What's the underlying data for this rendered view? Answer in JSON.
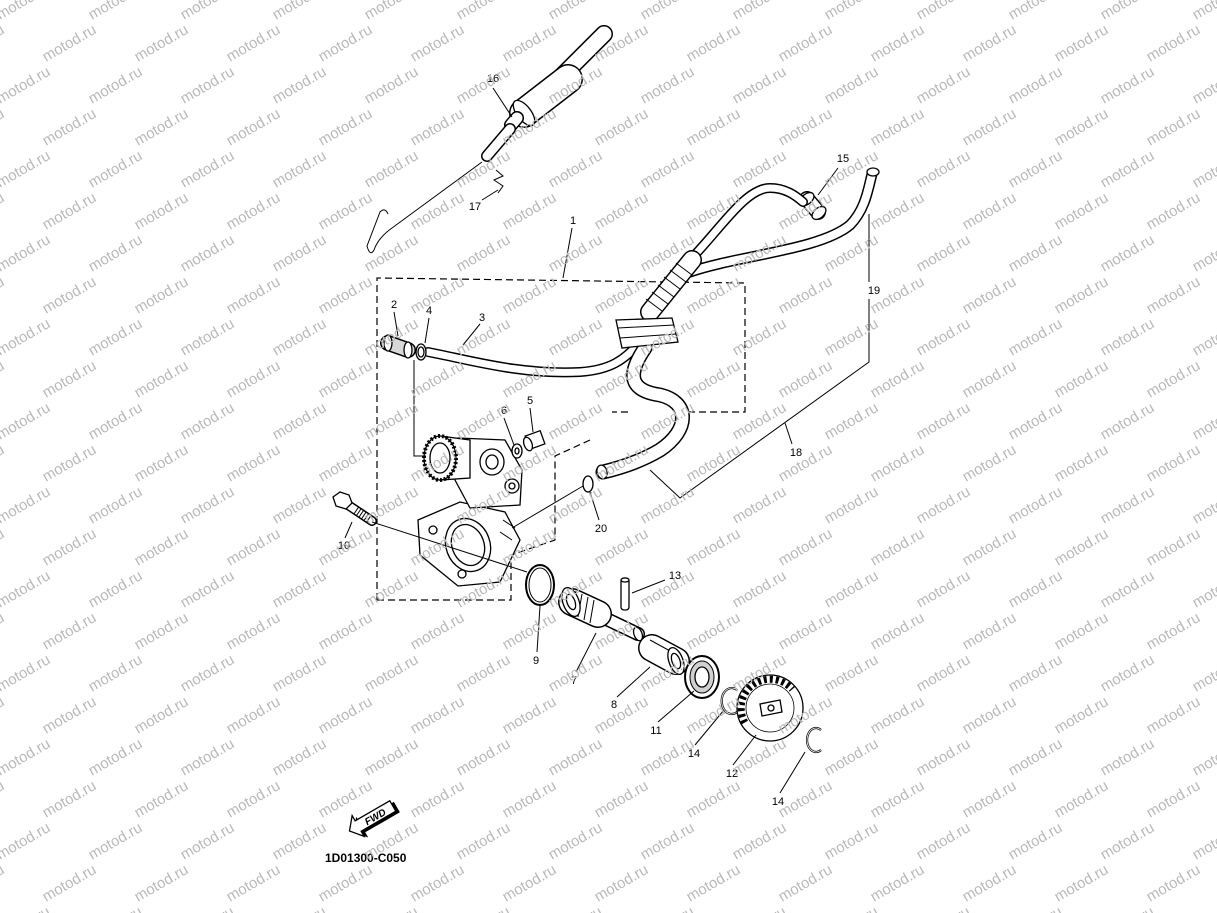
{
  "watermark": "motod.ru",
  "callouts": {
    "n1": "1",
    "n2": "2",
    "n3": "3",
    "n4": "4",
    "n5": "5",
    "n6": "6",
    "n7": "7",
    "n8": "8",
    "n9": "9",
    "n10": "10",
    "n11": "11",
    "n12": "12",
    "n13": "13",
    "n14a": "14",
    "n14b": "14",
    "n15": "15",
    "n16": "16",
    "n17": "17",
    "n18": "18",
    "n19": "19",
    "n20": "20"
  },
  "direction_marker": "FWD",
  "figure_code": "1D01300-C050",
  "colors": {
    "line": "#000000",
    "watermark": "#b9b9b9",
    "background": "#ffffff"
  }
}
